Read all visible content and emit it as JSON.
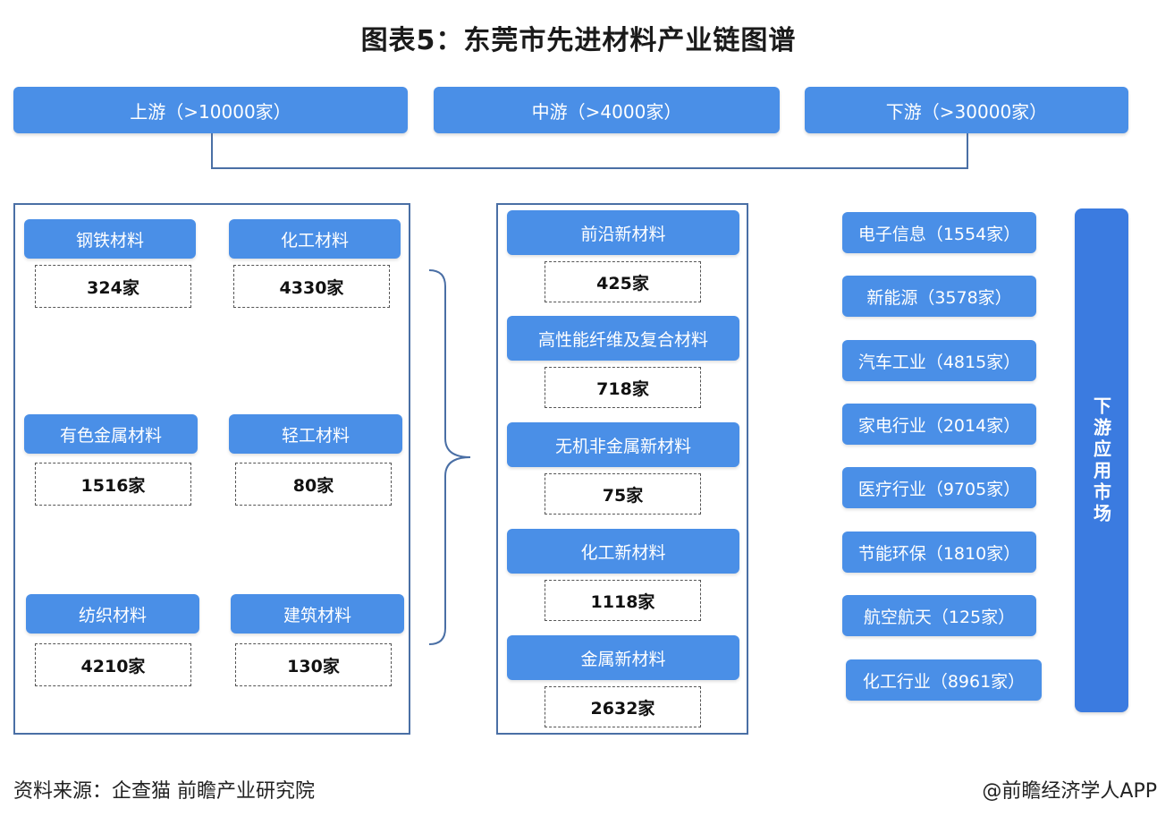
{
  "title": "图表5：东莞市先进材料产业链图谱",
  "stages": {
    "upstream": "上游（>10000家）",
    "midstream": "中游（>4000家）",
    "downstream": "下游（>30000家）"
  },
  "upstream_items": [
    {
      "label": "钢铁材料",
      "count": "324家"
    },
    {
      "label": "化工材料",
      "count": "4330家"
    },
    {
      "label": "有色金属材料",
      "count": "1516家"
    },
    {
      "label": "轻工材料",
      "count": "80家"
    },
    {
      "label": "纺织材料",
      "count": "4210家"
    },
    {
      "label": "建筑材料",
      "count": "130家"
    }
  ],
  "midstream_items": [
    {
      "label": "前沿新材料",
      "count": "425家"
    },
    {
      "label": "高性能纤维及复合材料",
      "count": "718家"
    },
    {
      "label": "无机非金属新材料",
      "count": "75家"
    },
    {
      "label": "化工新材料",
      "count": "1118家"
    },
    {
      "label": "金属新材料",
      "count": "2632家"
    }
  ],
  "downstream_items": [
    "电子信息（1554家）",
    "新能源（3578家）",
    "汽车工业（4815家）",
    "家电行业（2014家）",
    "医疗行业（9705家）",
    "节能环保（1810家）",
    "航空航天（125家）",
    "化工行业（8961家）"
  ],
  "downstream_market_label": "下游应用市场",
  "footer": {
    "source": "资料来源：企查猫 前瞻产业研究院",
    "brand": "@前瞻经济学人APP"
  },
  "colors": {
    "box_blue": "#4a8fe7",
    "vertical_blue": "#3b7be0",
    "border": "#4a6fa5"
  }
}
